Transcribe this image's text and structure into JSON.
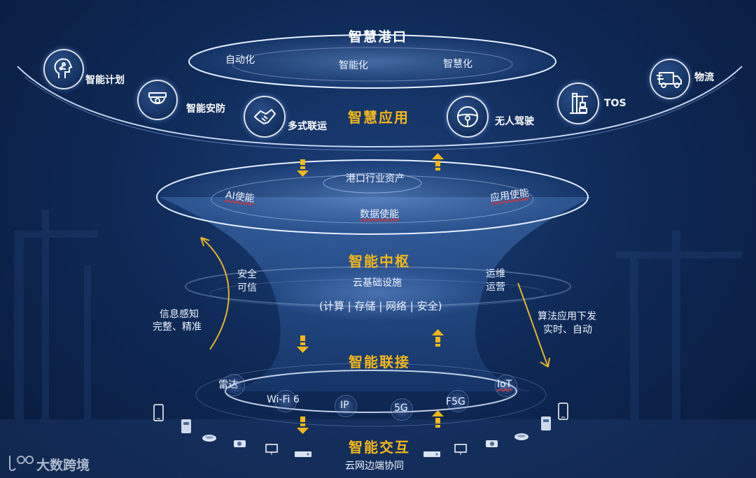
{
  "title": "智慧港口",
  "top_disc": {
    "items": [
      "自动化",
      "智能化",
      "智慧化"
    ]
  },
  "applications": {
    "title": "智慧应用",
    "items": [
      {
        "label": "智能计划",
        "icon": "ai-head-icon"
      },
      {
        "label": "智能安防",
        "icon": "security-camera-icon"
      },
      {
        "label": "多式联运",
        "icon": "handshake-icon"
      },
      {
        "label": "无人驾驶",
        "icon": "steering-wheel-icon"
      },
      {
        "label": "TOS",
        "icon": "port-crane-icon"
      },
      {
        "label": "物流",
        "icon": "delivery-truck-icon"
      }
    ]
  },
  "middle_disc": {
    "center": "港口行业资产",
    "left": "AI使能",
    "right": "应用使能",
    "bottom": "数据使能"
  },
  "hub": {
    "title": "智能中枢",
    "subtitle": "云基础设施",
    "detail": "(计算 | 存储 | 网络 | 安全)"
  },
  "left_side": {
    "upper": [
      "安全",
      "可信"
    ],
    "lower": [
      "信息感知",
      "完整、精准"
    ]
  },
  "right_side": {
    "upper": [
      "运维",
      "运营"
    ],
    "lower": [
      "算法应用下发",
      "实时、自动"
    ]
  },
  "connection": {
    "title": "智能联接",
    "nodes": [
      "雷达",
      "Wi-Fi 6",
      "IP",
      "5G",
      "F5G",
      "IoT"
    ]
  },
  "interaction": {
    "title": "智能交互",
    "subtitle": "云网边端协同"
  },
  "watermark": "大数跨境",
  "colors": {
    "accent": "#f5b819",
    "background": "#0f2a57",
    "ring": "#cfe0ff"
  }
}
